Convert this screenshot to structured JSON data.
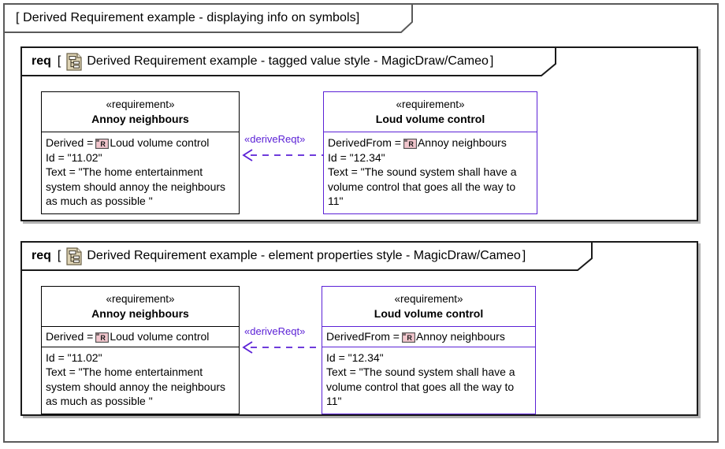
{
  "diagram": {
    "outer_title": "[ Derived Requirement example - displaying info on symbols]",
    "canvas_border_color": "#5a5a5a",
    "frames": [
      {
        "keyword": "req",
        "bracket_open": "[",
        "bracket_close": "]",
        "icon": "diagram-icon",
        "title": "Derived Requirement example - tagged value style - MagicDraw/Cameo",
        "style": "tagged value style",
        "blocks": [
          {
            "id": "annoy-neighbours",
            "stereotype": "«requirement»",
            "name": "Annoy neighbours",
            "border_color": "#000000",
            "compartments": [
              {
                "separated": false,
                "lines": [
                  {
                    "prefix": "Derived = ",
                    "icon": "requirement-r-icon",
                    "suffix": "Loud volume control"
                  },
                  {
                    "text": "Id = \"11.02\""
                  },
                  {
                    "text": "Text = \"The home entertainment system should annoy the neighbours as much as possible \""
                  }
                ]
              }
            ]
          },
          {
            "id": "loud-volume-control",
            "stereotype": "«requirement»",
            "name": "Loud volume control",
            "border_color": "#5b21d6",
            "compartments": [
              {
                "separated": false,
                "lines": [
                  {
                    "prefix": "DerivedFrom = ",
                    "icon": "requirement-r-icon",
                    "suffix": "Annoy neighbours"
                  },
                  {
                    "text": "Id = \"12.34\""
                  },
                  {
                    "text": "Text = \"The sound system shall have a volume control that goes all the way to 11\""
                  }
                ]
              }
            ]
          }
        ],
        "connector": {
          "label": "«deriveReqt»",
          "color": "#5b21d6",
          "line_style": "dashed",
          "arrow": "open-left",
          "direction": "right-to-left"
        }
      },
      {
        "keyword": "req",
        "bracket_open": "[",
        "bracket_close": "]",
        "icon": "diagram-icon",
        "title": "Derived Requirement example - element properties style - MagicDraw/Cameo",
        "style": "element properties style",
        "blocks": [
          {
            "id": "annoy-neighbours",
            "stereotype": "«requirement»",
            "name": "Annoy neighbours",
            "border_color": "#000000",
            "compartments": [
              {
                "separated": true,
                "lines": [
                  {
                    "prefix": "Derived = ",
                    "icon": "requirement-r-icon",
                    "suffix": "Loud volume control"
                  }
                ]
              },
              {
                "separated": true,
                "lines": [
                  {
                    "text": "Id = \"11.02\""
                  },
                  {
                    "text": "Text = \"The home entertainment system should annoy the neighbours as much as possible \""
                  }
                ]
              }
            ]
          },
          {
            "id": "loud-volume-control",
            "stereotype": "«requirement»",
            "name": "Loud volume control",
            "border_color": "#5b21d6",
            "compartments": [
              {
                "separated": true,
                "lines": [
                  {
                    "prefix": "DerivedFrom = ",
                    "icon": "requirement-r-icon",
                    "suffix": "Annoy neighbours"
                  }
                ]
              },
              {
                "separated": true,
                "lines": [
                  {
                    "text": "Id = \"12.34\""
                  },
                  {
                    "text": "Text = \"The sound system shall have a volume control that goes all the way to 11\""
                  }
                ]
              }
            ]
          }
        ],
        "connector": {
          "label": "«deriveReqt»",
          "color": "#5b21d6",
          "line_style": "dashed",
          "arrow": "open-left",
          "direction": "right-to-left"
        }
      }
    ]
  },
  "colors": {
    "requirement_icon_fill": "#f2c6cd",
    "requirement_icon_border": "#4a4a4a",
    "diagram_icon_fill": "#ded3b4",
    "diagram_icon_border": "#6b6147",
    "derive_purple": "#5b21d6",
    "frame_border": "#1a1a1a"
  }
}
